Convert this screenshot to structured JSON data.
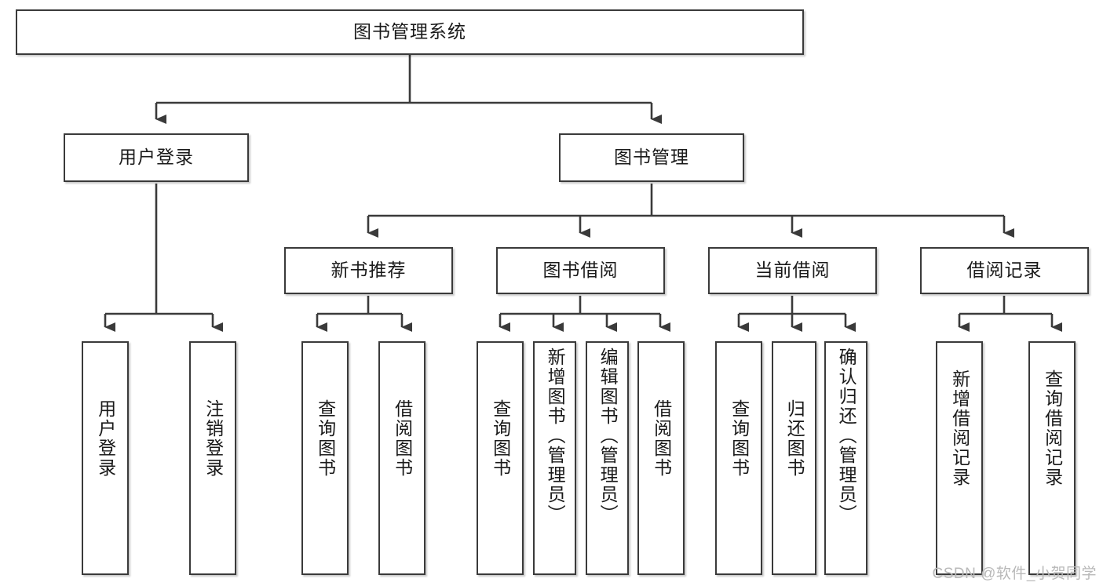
{
  "diagram": {
    "title": "图书管理系统",
    "type": "tree",
    "stroke_color": "#3a3a3a",
    "background_color": "#ffffff",
    "text_color": "#1a1a1a",
    "nodes": {
      "root": {
        "label": "图书管理系统",
        "orientation": "horizontal"
      },
      "l2": [
        {
          "id": "user-login",
          "label": "用户登录",
          "orientation": "horizontal"
        },
        {
          "id": "book-manage",
          "label": "图书管理",
          "orientation": "horizontal"
        }
      ],
      "l3": [
        {
          "id": "new-book-recommend",
          "label": "新书推荐",
          "orientation": "horizontal"
        },
        {
          "id": "book-borrow",
          "label": "图书借阅",
          "orientation": "horizontal"
        },
        {
          "id": "current-borrow",
          "label": "当前借阅",
          "orientation": "horizontal"
        },
        {
          "id": "borrow-record",
          "label": "借阅记录",
          "orientation": "horizontal"
        }
      ],
      "leaves": [
        {
          "id": "leaf-user-login",
          "label": "用户登录",
          "orientation": "vertical",
          "parent": "user-login"
        },
        {
          "id": "leaf-logout",
          "label": "注销登录",
          "orientation": "vertical",
          "parent": "user-login"
        },
        {
          "id": "leaf-query-book-1",
          "label": "查询图书",
          "orientation": "vertical",
          "parent": "new-book-recommend"
        },
        {
          "id": "leaf-borrow-book-1",
          "label": "借阅图书",
          "orientation": "vertical",
          "parent": "new-book-recommend"
        },
        {
          "id": "leaf-query-book-2",
          "label": "查询图书",
          "orientation": "vertical",
          "parent": "book-borrow"
        },
        {
          "id": "leaf-add-book",
          "label": "新增图书（管理员）",
          "orientation": "vertical",
          "parent": "book-borrow"
        },
        {
          "id": "leaf-edit-book",
          "label": "编辑图书（管理员）",
          "orientation": "vertical",
          "parent": "book-borrow"
        },
        {
          "id": "leaf-borrow-book-2",
          "label": "借阅图书",
          "orientation": "vertical",
          "parent": "book-borrow"
        },
        {
          "id": "leaf-query-book-3",
          "label": "查询图书",
          "orientation": "vertical",
          "parent": "current-borrow"
        },
        {
          "id": "leaf-return-book",
          "label": "归还图书",
          "orientation": "vertical",
          "parent": "current-borrow"
        },
        {
          "id": "leaf-confirm-return",
          "label": "确认归还（管理员）",
          "orientation": "vertical",
          "parent": "current-borrow"
        },
        {
          "id": "leaf-add-record",
          "label": "新增借阅记录",
          "orientation": "vertical",
          "parent": "borrow-record"
        },
        {
          "id": "leaf-query-record",
          "label": "查询借阅记录",
          "orientation": "vertical",
          "parent": "borrow-record"
        }
      ]
    }
  },
  "watermark": {
    "text": "CSDN @软件_小贺同学"
  }
}
